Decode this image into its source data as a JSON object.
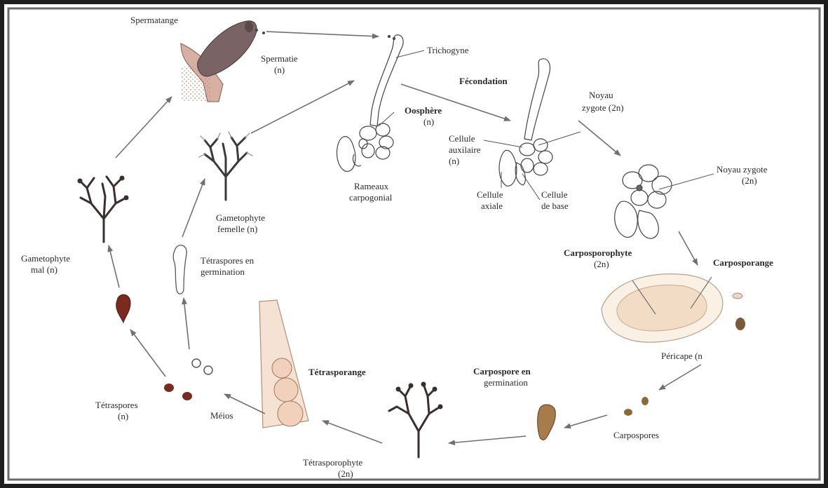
{
  "colors": {
    "frame_outer": "#1e1e1e",
    "frame_inner": "#6b6b6b",
    "thallus": "#3a2e2e",
    "spore_red": "#7a2a1e",
    "spore_brown": "#8a6a3a",
    "sporangium_fill": "#f3dcc6",
    "arrow": "#707070"
  },
  "labels": {
    "spermatange": "Spermatange",
    "spermatie": "Spermatie",
    "spermatie_n": "(n)",
    "trichogyne": "Trichogyne",
    "fecondation": "Fécondation",
    "noyau_zygote_1": "Noyau",
    "noyau_zygote_2": "zygote (2n)",
    "oosphere": "Oosphère",
    "oosphere_n": "(n)",
    "cellule_aux_1": "Cellule",
    "cellule_aux_2": "auxilaire",
    "cellule_aux_3": "(n)",
    "noyau_zygote_b1": "Noyau zygote",
    "noyau_zygote_b2": "(2n)",
    "rameaux_1": "Rameaux",
    "rameaux_2": "carpogonial",
    "cellule_axiale_1": "Cellule",
    "cellule_axiale_2": "axiale",
    "cellule_base_1": "Cellule",
    "cellule_base_2": "de  base",
    "gametophyte_fem_1": "Gametophyte",
    "gametophyte_fem_2": "femelle (n)",
    "gametophyte_mal_1": "Gametophyte",
    "gametophyte_mal_2": "mal (n)",
    "tetraspores_germ_1": "Tétraspores en",
    "tetraspores_germ_2": "germination",
    "carposporophyte_1": "Carposporophyte",
    "carposporophyte_2": "(2n)",
    "carposporange": "Carposporange",
    "pericarpe": "Péricape (n",
    "tetrasporange": "Tétrasporange",
    "carpospore_germ_1": "Carpospore en",
    "carpospore_germ_2": "germination",
    "tetraspores_1": "Tétraspores",
    "tetraspores_2": "(n)",
    "meios": "Méios",
    "carpospores": "Carpospores",
    "tetrasporophyte_1": "Tétrasporophyte",
    "tetrasporophyte_2": "(2n)"
  }
}
